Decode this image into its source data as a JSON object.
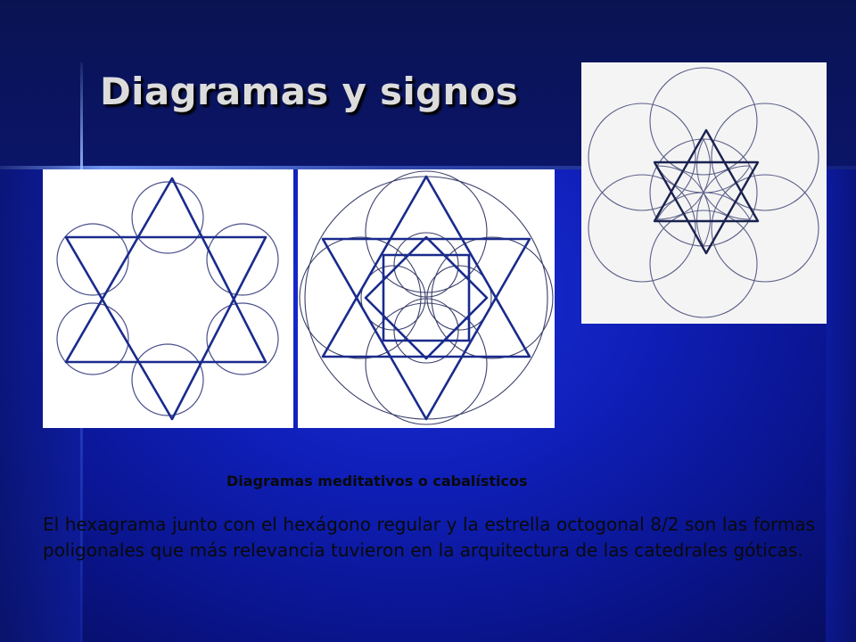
{
  "slide": {
    "title": "Diagramas y signos",
    "caption": "Diagramas meditativos o cabalísticos",
    "paragraph": "El hexagrama junto con el hexágono regular y la estrella octogonal 8/2 son las formas poligonales que más relevancia tuvieron en la arquitectura de las catedrales góticas."
  },
  "colors": {
    "background": "#0f1fb8",
    "title_text": "#dcdcdc",
    "body_text": "#0a0a0a",
    "star_lines": "#1a2b8c",
    "circle_lines": "#4a4f8a",
    "panel_background": "#ffffff"
  },
  "diagrams": [
    {
      "name": "hexagram-with-six-circles",
      "shapes": [
        "hexagram",
        "circles x6"
      ]
    },
    {
      "name": "hexagram-with-square-and-circles",
      "shapes": [
        "hexagram",
        "square",
        "rotated square",
        "circles",
        "outer circle"
      ]
    },
    {
      "name": "hexagram-with-seven-circles",
      "shapes": [
        "hexagram",
        "circles x7",
        "petal rosette"
      ]
    }
  ]
}
